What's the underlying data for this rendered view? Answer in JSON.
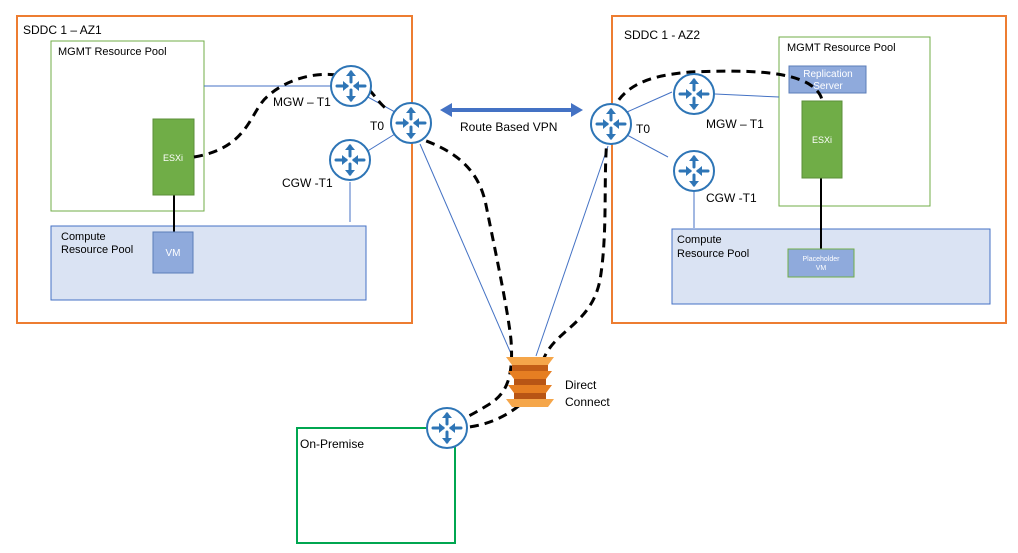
{
  "sddc_az1": {
    "title": "SDDC 1 – AZ1"
  },
  "sddc_az2": {
    "title": "SDDC 1 - AZ2"
  },
  "az1": {
    "mgmt_pool": "MGMT Resource Pool",
    "compute_pool_line1": "Compute",
    "compute_pool_line2": "Resource Pool",
    "esxi": "ESXi",
    "vm": "VM",
    "mgw": "MGW – T1",
    "cgw": "CGW -T1",
    "t0": "T0"
  },
  "az2": {
    "mgmt_pool": "MGMT Resource Pool",
    "compute_pool_line1": "Compute",
    "compute_pool_line2": "Resource Pool",
    "esxi": "ESXi",
    "replication_line1": "Replication",
    "replication_line2": "Server",
    "placeholder_line1": "Placeholder",
    "placeholder_line2": "VM",
    "mgw": "MGW – T1",
    "cgw": "CGW -T1",
    "t0": "T0"
  },
  "vpn_label": "Route Based VPN",
  "direct_connect_line1": "Direct",
  "direct_connect_line2": "Connect",
  "on_premise": "On-Premise",
  "colors": {
    "sddc_border": "#ED7D31",
    "mgmt_border": "#70AD47",
    "compute_fill": "#DAE3F3",
    "compute_border": "#4472C4",
    "esxi_fill": "#70AD47",
    "vm_fill": "#8FAADC",
    "router_fill": "#ffffff",
    "router_stroke": "#2E75B6",
    "vpn_arrow": "#4472C4",
    "onprem_border": "#00A650",
    "dc_orange": "#E67E22"
  },
  "icons": {
    "router": "router-icon",
    "direct_connect": "aws-direct-connect-icon"
  }
}
